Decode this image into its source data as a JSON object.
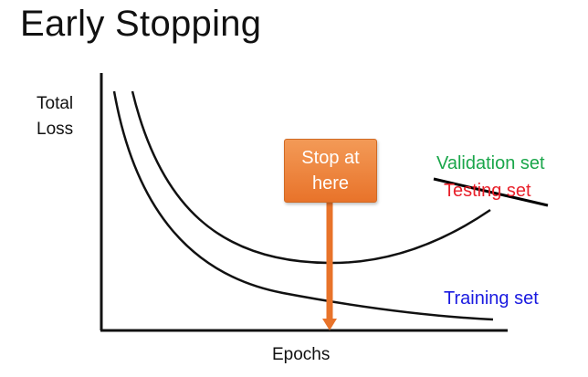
{
  "title": "Early Stopping",
  "ylabel_line1": "Total",
  "ylabel_line2": "Loss",
  "xlabel": "Epochs",
  "stop_line1": "Stop at",
  "stop_line2": "here",
  "series": [
    {
      "name": "Validation set",
      "color": "#1aa64a"
    },
    {
      "name": "Testing set",
      "color": "#e8202a",
      "struck_through": true
    },
    {
      "name": "Training set",
      "color": "#1a1ae0"
    }
  ],
  "colors": {
    "axes": "#111111",
    "curves": "#111111",
    "arrow": "#e8732a",
    "strike": "#000000"
  }
}
